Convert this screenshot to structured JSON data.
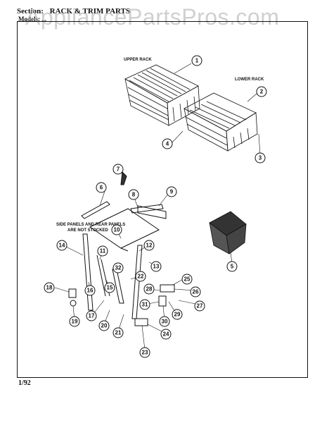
{
  "header": {
    "section_label": "Section:",
    "section_title": "RACK & TRIM PARTS",
    "models_text": "Models: ..."
  },
  "watermark": "AppliancePartsPros.com",
  "labels": {
    "upper_rack": "UPPER RACK",
    "lower_rack": "LOWER RACK",
    "side_panels_1": "SIDE PANELS AND REAR PANELS",
    "side_panels_2": "ARE NOT STOCKED"
  },
  "callouts": [
    "1",
    "2",
    "3",
    "4",
    "5",
    "6",
    "7",
    "8",
    "9",
    "10",
    "11",
    "12",
    "13",
    "14",
    "15",
    "16",
    "17",
    "18",
    "19",
    "20",
    "21",
    "22",
    "23",
    "24",
    "25",
    "26",
    "27",
    "28",
    "29",
    "30",
    "31",
    "32"
  ],
  "footer": "1/92"
}
